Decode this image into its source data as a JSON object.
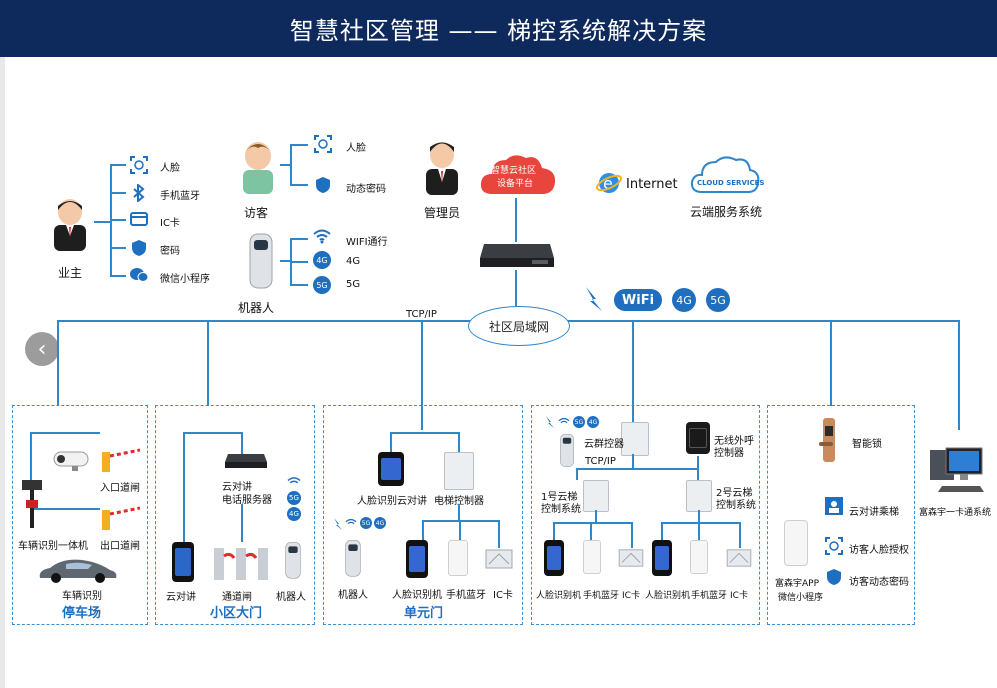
{
  "title": "智慧社区管理 —— 梯控系统解决方案",
  "owner": {
    "label": "业主",
    "methods": [
      "人脸",
      "手机蓝牙",
      "IC卡",
      "密码",
      "微信小程序"
    ]
  },
  "visitor": {
    "label": "访客",
    "methods": [
      "人脸",
      "动态密码"
    ]
  },
  "robot": {
    "label": "机器人",
    "methods": [
      "WIFI通行",
      "4G",
      "5G"
    ]
  },
  "admin": {
    "label": "管理员"
  },
  "platform": {
    "line1": "智慧云社区",
    "line2": "设备平台"
  },
  "internet": {
    "label": "Internet"
  },
  "cloud": {
    "badge": "CLOUD SERVICES",
    "label": "云端服务系统"
  },
  "network": {
    "protocol": "TCP/IP",
    "label": "社区局域网",
    "wireless": [
      "WiFi",
      "4G",
      "5G"
    ]
  },
  "parking": {
    "section": "停车场",
    "entry_gate": "入口道闸",
    "exit_gate": "出口道闸",
    "lpr_unit": "车辆识别一体机",
    "vehicle": "车辆识别"
  },
  "gate": {
    "section": "小区大门",
    "server_line1": "云对讲",
    "server_line2": "电话服务器",
    "intercom": "云对讲",
    "turnstile": "通道闸",
    "robot": "机器人",
    "wireless": [
      "5G",
      "4G"
    ]
  },
  "unit": {
    "section": "单元门",
    "face_intercom": "人脸识别云对讲",
    "elevator_ctrl": "电梯控制器",
    "robot": "机器人",
    "face_device": "人脸识别机",
    "bluetooth": "手机蓝牙",
    "ic": "IC卡",
    "wireless": [
      "5G",
      "4G"
    ]
  },
  "elevator": {
    "group_ctrl": "云群控器",
    "wireless_call_1": "无线外呼",
    "wireless_call_2": "控制器",
    "protocol": "TCP/IP",
    "ctrl1_line1": "1号云梯",
    "ctrl1_line2": "控制系统",
    "ctrl2_line1": "2号云梯",
    "ctrl2_line2": "控制系统",
    "face_device": "人脸识别机",
    "bluetooth": "手机蓝牙",
    "ic": "IC卡",
    "wireless": [
      "5G",
      "4G"
    ]
  },
  "mobile": {
    "smart_lock": "智能锁",
    "cloud_elevator": "云对讲乘梯",
    "visitor_face": "访客人脸授权",
    "visitor_pwd": "访客动态密码",
    "app_line1": "富森宇APP",
    "app_line2": "微信小程序"
  },
  "card_system": {
    "label": "富森宇一卡通系统"
  },
  "colors": {
    "title_bg": "#0e2a5c",
    "line": "#2f86c9",
    "accent": "#1f6fc0",
    "cloud_red": "#e8453c"
  }
}
